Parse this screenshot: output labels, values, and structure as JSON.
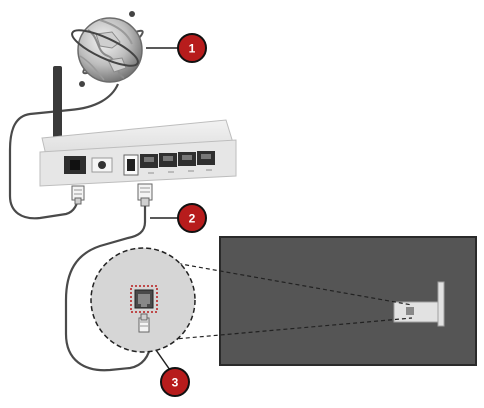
{
  "diagram": {
    "callouts": [
      {
        "number": "1",
        "target": "internet-globe"
      },
      {
        "number": "2",
        "target": "lan-cable"
      },
      {
        "number": "3",
        "target": "tv-lan-port"
      }
    ],
    "icons": [
      "globe-icon",
      "router-icon",
      "antenna-icon",
      "lan-cable-icon",
      "tv-icon",
      "lan-port-icon",
      "magnifier-icon"
    ],
    "colors": {
      "badge": "#b71c1c",
      "tv_body": "#555555",
      "magnifier": "#d6d6d6",
      "router": "#e9e9e9",
      "cable": "#4a4a4a"
    }
  }
}
